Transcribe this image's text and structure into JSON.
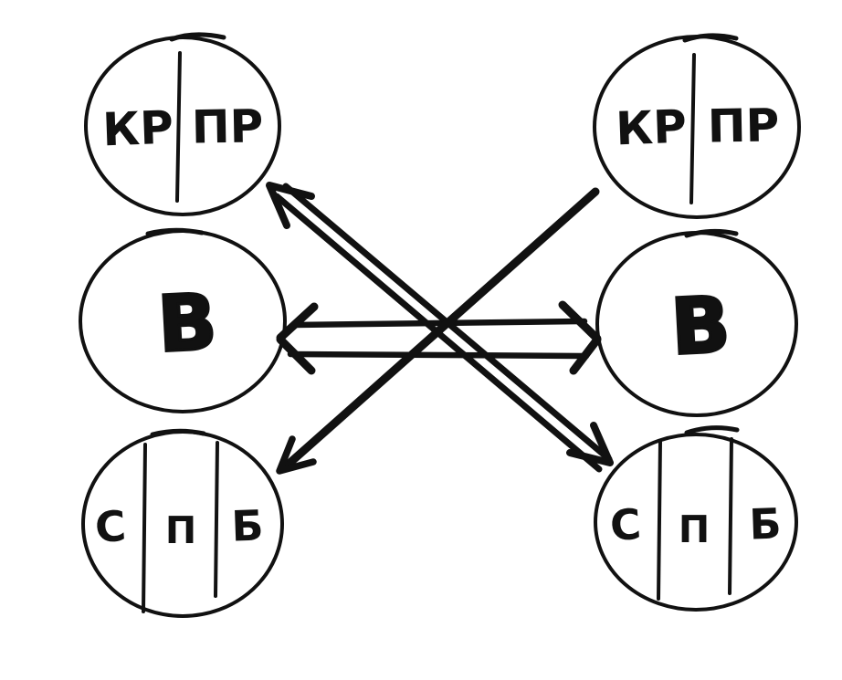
{
  "diagram": {
    "background": "#ffffff",
    "ink_color": "#111111",
    "nodes": {
      "top_left": {
        "kind": "circle-2-segments",
        "labels": {
          "left": "КР",
          "right": "ПР"
        }
      },
      "middle_left": {
        "kind": "circle-1-segment",
        "labels": {
          "center": "В"
        }
      },
      "bottom_left": {
        "kind": "circle-3-segments",
        "labels": {
          "left": "С",
          "middle": "П",
          "right": "Б"
        }
      },
      "top_right": {
        "kind": "circle-2-segments",
        "labels": {
          "left": "КР",
          "right": "ПР"
        }
      },
      "middle_right": {
        "kind": "circle-1-segment",
        "labels": {
          "center": "В"
        }
      },
      "bottom_right": {
        "kind": "circle-3-segments",
        "labels": {
          "left": "С",
          "middle": "П",
          "right": "Б"
        }
      }
    },
    "edges": [
      {
        "from": "middle-left",
        "to": "middle-right",
        "direction": "both",
        "style": "double-line-shared-heads"
      },
      {
        "from": "top-left",
        "to": "bottom-right",
        "direction": "both",
        "style": "double-line"
      },
      {
        "from": "top-right",
        "to": "bottom-left",
        "direction": "one-way",
        "style": "single-line"
      }
    ]
  }
}
